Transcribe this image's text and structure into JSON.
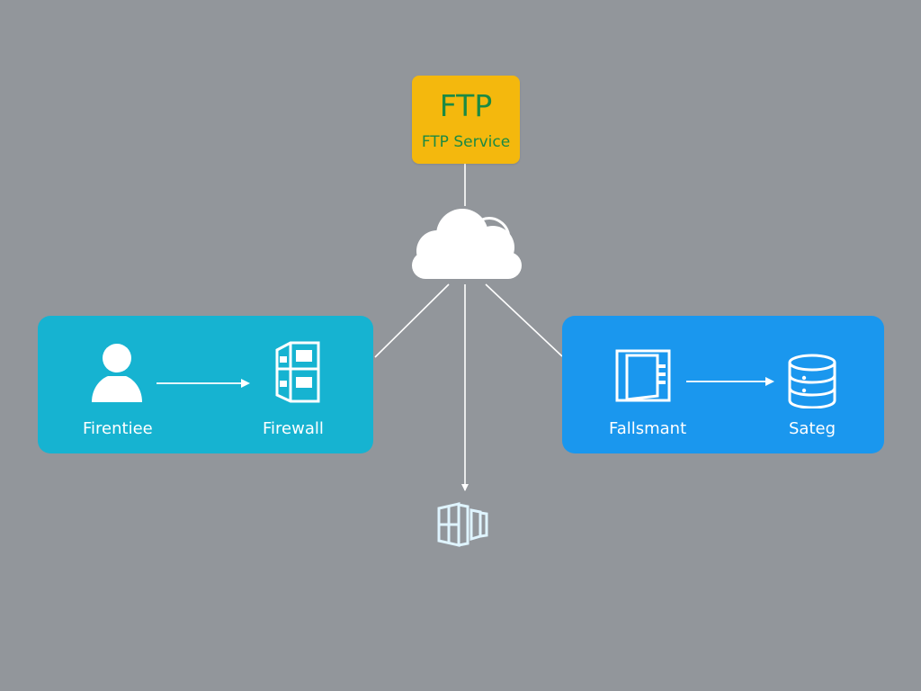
{
  "colors": {
    "background": "#92969b",
    "ftp_box": "#f4b80d",
    "ftp_text": "#1b8a43",
    "cloud": "#ffffff",
    "line": "#ffffff",
    "panel_left": "#16b3d1",
    "panel_right": "#1a97ee",
    "panel_text": "#ffffff"
  },
  "ftp": {
    "title": "FTP",
    "subtitle": "FTP Service"
  },
  "cloud": {
    "icon": "cloud-icon"
  },
  "left_panel": {
    "source": {
      "label": "Firentiee",
      "icon": "user-icon"
    },
    "target": {
      "label": "Firewall",
      "icon": "server-icon"
    }
  },
  "right_panel": {
    "source": {
      "label": "Fallsmant",
      "icon": "document-stack-icon"
    },
    "target": {
      "label": "Sateg",
      "icon": "database-icon"
    }
  },
  "bottom_node": {
    "icon": "windows-icon"
  }
}
